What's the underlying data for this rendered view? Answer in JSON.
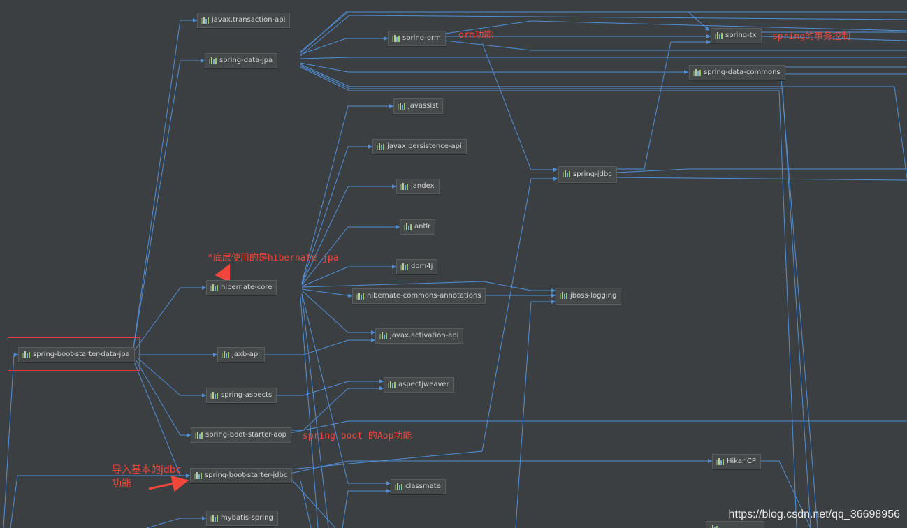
{
  "colors": {
    "background": "#3c3f41",
    "edge": "#4f8fd8",
    "node_bg": "#45494a",
    "node_text": "#d4d4d4",
    "annotation": "#f0463c",
    "highlight": "#e33b3b"
  },
  "nodes": {
    "starter_data_jpa": "spring-boot-starter-data-jpa",
    "transaction_api": "javax.transaction-api",
    "spring_data_jpa": "spring-data-jpa",
    "spring_orm": "spring-orm",
    "spring_tx": "spring-tx",
    "spring_data_commons": "spring-data-commons",
    "javassist": "javassist",
    "persistence_api": "javax.persistence-api",
    "jandex": "jandex",
    "antlr": "antlr",
    "dom4j": "dom4j",
    "hibernate_core": "hibernate-core",
    "hibernate_commons": "hibernate-commons-annotations",
    "jboss_logging": "jboss-logging",
    "spring_jdbc": "spring-jdbc",
    "activation_api": "javax.activation-api",
    "jaxb_api": "jaxb-api",
    "spring_aspects": "spring-aspects",
    "aspectjweaver": "aspectjweaver",
    "starter_aop": "spring-boot-starter-aop",
    "hikaricp": "HikariCP",
    "starter_jdbc": "spring-boot-starter-jdbc",
    "classmate": "classmate",
    "mybatis_spring": "mybatis-spring"
  },
  "annotations": {
    "orm": "orm功能",
    "tx": "spring的事务控制",
    "hibernate": "*底层使用的是hibernate jpa",
    "aop": "spring boot 的Aop功能",
    "jdbc_line1": "导入基本的jdbc",
    "jdbc_line2": "功能"
  },
  "watermark": "https://blog.csdn.net/qq_36698956"
}
